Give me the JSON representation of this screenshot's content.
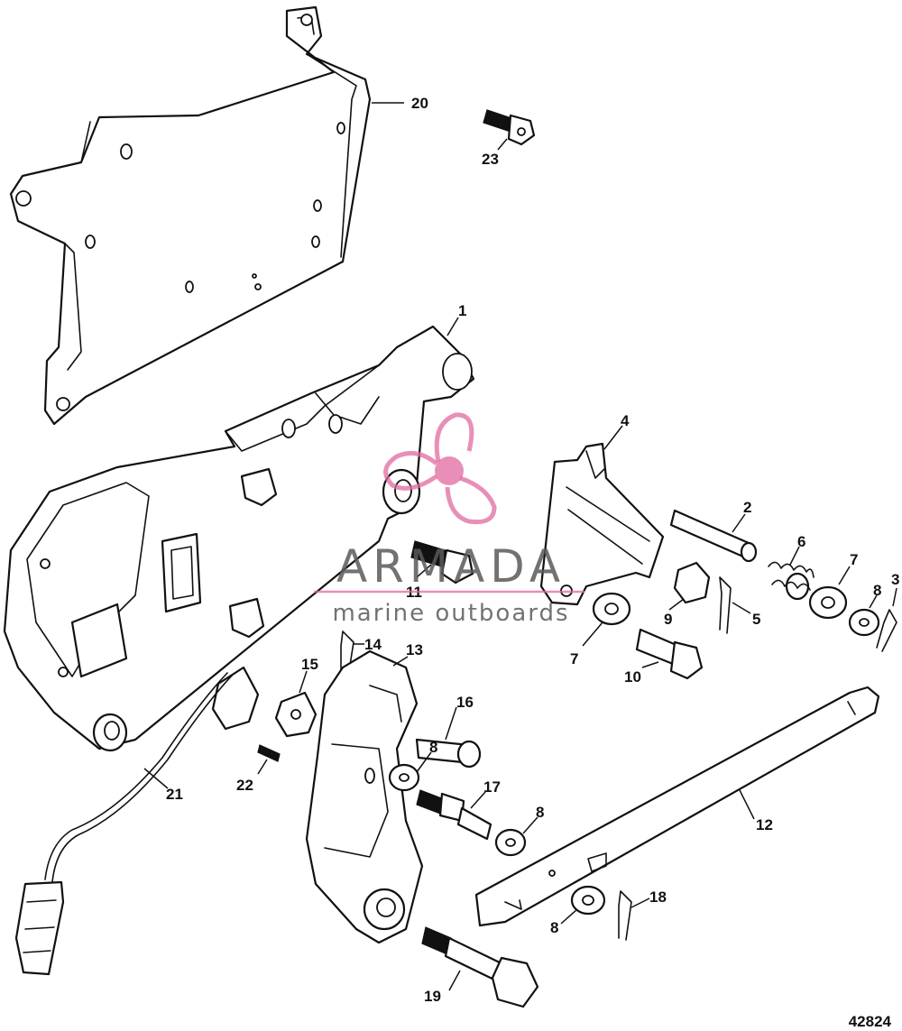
{
  "figure_number": "42824",
  "watermark": {
    "brand": "ARMADA",
    "tagline": "marine outboards",
    "logo_color": "#e06aa0",
    "text_color": "#5a5a5a"
  },
  "callouts": [
    {
      "id": "c1",
      "label": "1"
    },
    {
      "id": "c2",
      "label": "2"
    },
    {
      "id": "c3",
      "label": "3"
    },
    {
      "id": "c4",
      "label": "4"
    },
    {
      "id": "c5",
      "label": "5"
    },
    {
      "id": "c6",
      "label": "6"
    },
    {
      "id": "c7a",
      "label": "7"
    },
    {
      "id": "c7b",
      "label": "7"
    },
    {
      "id": "c8a",
      "label": "8"
    },
    {
      "id": "c8b",
      "label": "8"
    },
    {
      "id": "c8c",
      "label": "8"
    },
    {
      "id": "c8d",
      "label": "8"
    },
    {
      "id": "c9",
      "label": "9"
    },
    {
      "id": "c10",
      "label": "10"
    },
    {
      "id": "c11",
      "label": "11"
    },
    {
      "id": "c12",
      "label": "12"
    },
    {
      "id": "c13",
      "label": "13"
    },
    {
      "id": "c14",
      "label": "14"
    },
    {
      "id": "c15",
      "label": "15"
    },
    {
      "id": "c16",
      "label": "16"
    },
    {
      "id": "c17",
      "label": "17"
    },
    {
      "id": "c18",
      "label": "18"
    },
    {
      "id": "c19",
      "label": "19"
    },
    {
      "id": "c20",
      "label": "20"
    },
    {
      "id": "c21",
      "label": "21"
    },
    {
      "id": "c22",
      "label": "22"
    },
    {
      "id": "c23",
      "label": "23"
    }
  ]
}
